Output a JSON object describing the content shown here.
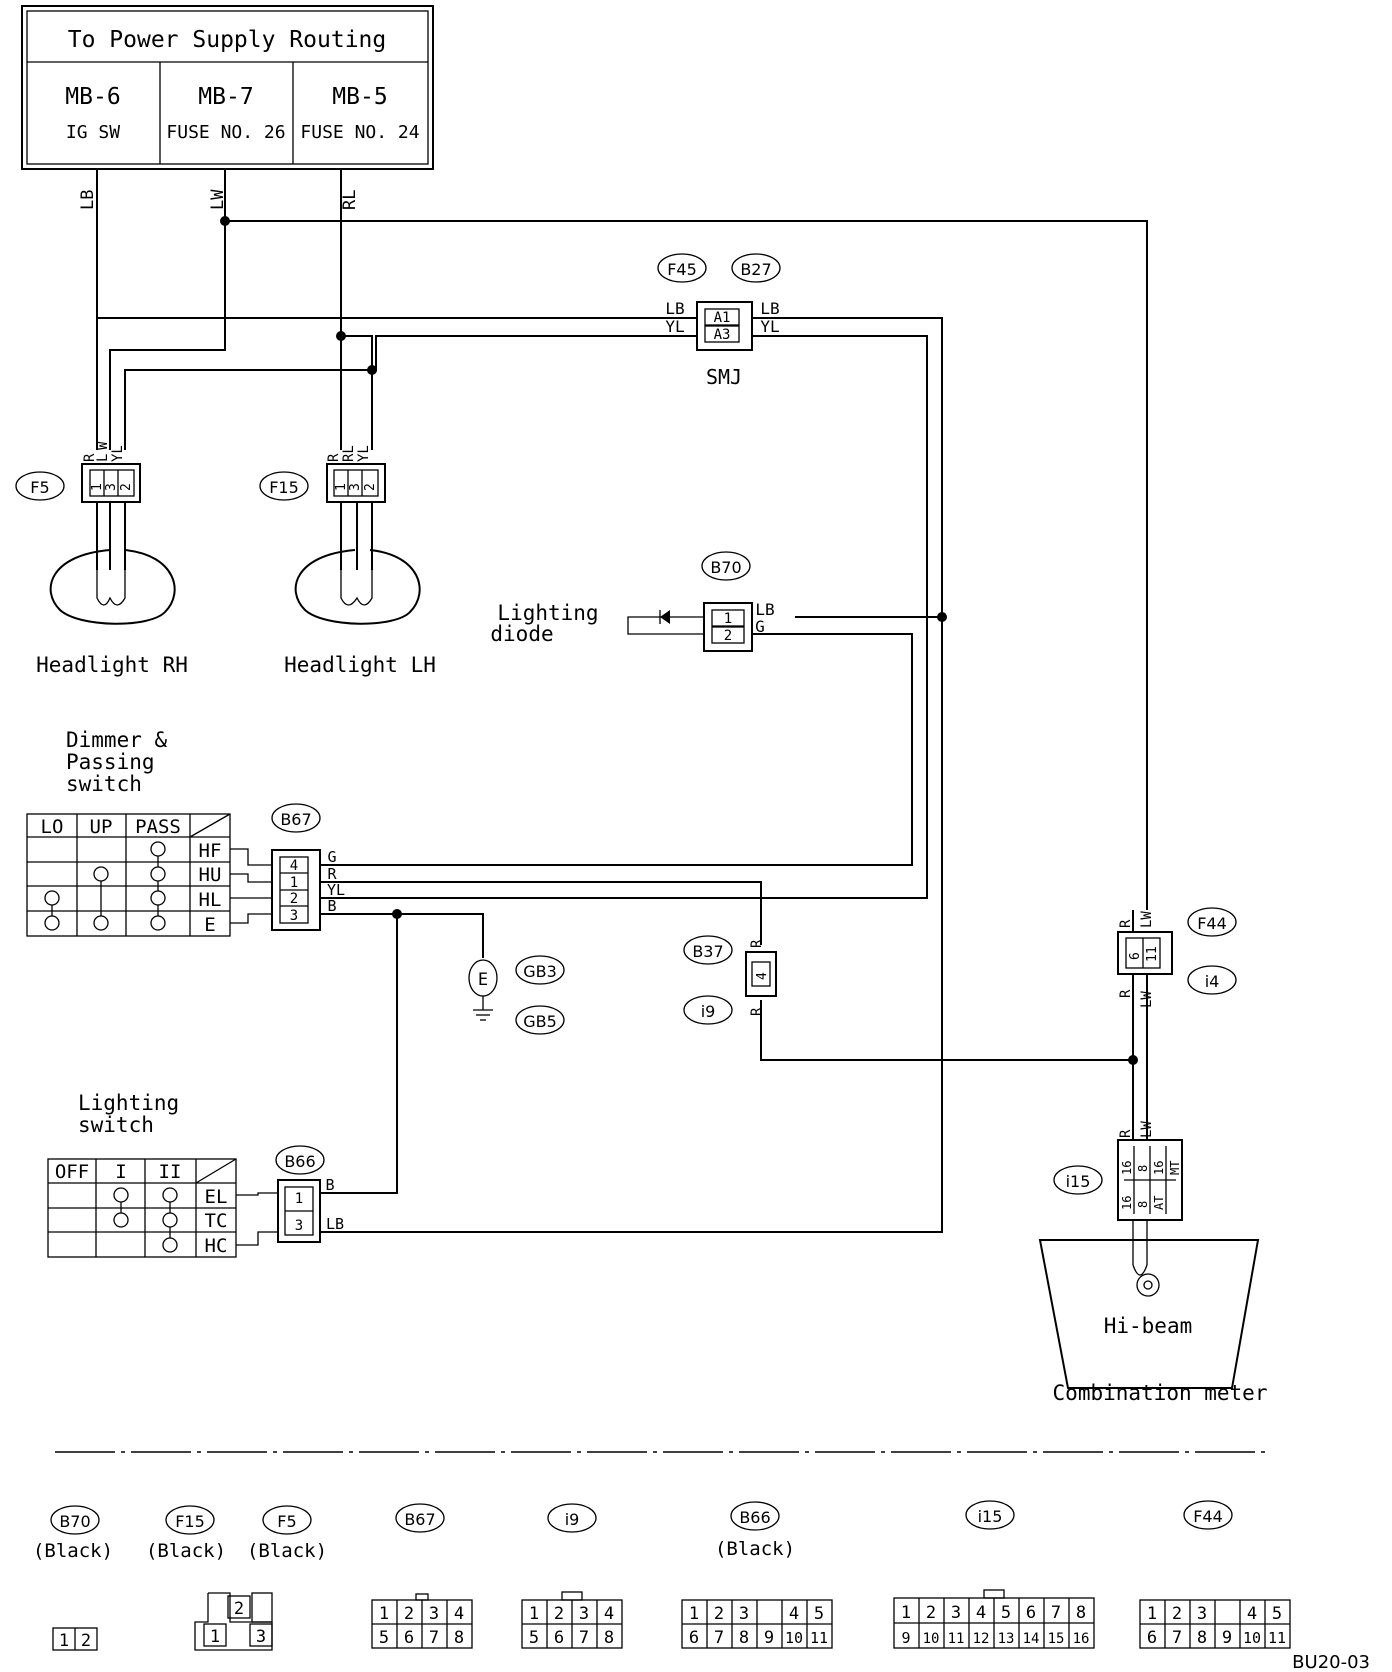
{
  "power_box": {
    "title": "To Power Supply Routing",
    "cells": [
      {
        "id": "MB-6",
        "sub": "IG SW"
      },
      {
        "id": "MB-7",
        "sub": "FUSE NO. 26"
      },
      {
        "id": "MB-5",
        "sub": "FUSE NO. 24"
      }
    ]
  },
  "wires": {
    "lb": "LB",
    "lw": "LW",
    "rl": "RL",
    "yl": "YL",
    "r": "R",
    "g": "G",
    "b": "B",
    "w": "W",
    "l": "L"
  },
  "connectors": {
    "f45": "F45",
    "b27": "B27",
    "smj": "SMJ",
    "a1": "A1",
    "a3": "A3",
    "f5": "F5",
    "f15": "F15",
    "b70": "B70",
    "b67": "B67",
    "b37": "B37",
    "i9": "i9",
    "gb3": "GB3",
    "gb5": "GB5",
    "b66": "B66",
    "f44": "F44",
    "i4": "i4",
    "i15": "i15",
    "e": "E"
  },
  "labels": {
    "headlight_rh": "Headlight RH",
    "headlight_lh": "Headlight LH",
    "lighting_diode_1": "Lighting",
    "lighting_diode_2": "diode",
    "dimmer_1": "Dimmer &",
    "dimmer_2": "Passing",
    "dimmer_3": "switch",
    "lighting_sw_1": "Lighting",
    "lighting_sw_2": "switch",
    "hibeam": "Hi-beam",
    "combination_meter": "Combination meter",
    "code": "BU20-03"
  },
  "pins": {
    "p1": "1",
    "p2": "2",
    "p3": "3",
    "p4": "4",
    "p6": "6",
    "p8": "8",
    "p11": "11",
    "p16": "16",
    "at": "AT",
    "mt": "MT"
  },
  "dimmer_table": {
    "cols": [
      "LO",
      "UP",
      "PASS"
    ],
    "rows": [
      "HF",
      "HU",
      "HL",
      "E"
    ]
  },
  "lighting_table": {
    "cols": [
      "OFF",
      "I",
      "II"
    ],
    "rows": [
      "EL",
      "TC",
      "HC"
    ]
  },
  "connector_views": {
    "b70": {
      "id": "B70",
      "color": "(Black)",
      "row1": [
        "1",
        "2"
      ]
    },
    "f15": {
      "id": "F15",
      "color": "(Black)",
      "row1": [
        "2"
      ],
      "row2": [
        "1",
        "3"
      ]
    },
    "f5": {
      "id": "F5",
      "color": "(Black)"
    },
    "b67": {
      "id": "B67",
      "row1": [
        "1",
        "2",
        "3",
        "4"
      ],
      "row2": [
        "5",
        "6",
        "7",
        "8"
      ]
    },
    "i9": {
      "id": "i9",
      "row1": [
        "1",
        "2",
        "3",
        "4"
      ],
      "row2": [
        "5",
        "6",
        "7",
        "8"
      ]
    },
    "b66": {
      "id": "B66",
      "color": "(Black)",
      "row1": [
        "1",
        "2",
        "3",
        "",
        "4",
        "5"
      ],
      "row2": [
        "6",
        "7",
        "8",
        "9",
        "10",
        "11"
      ]
    },
    "i15": {
      "id": "i15",
      "row1": [
        "1",
        "2",
        "3",
        "4",
        "5",
        "6",
        "7",
        "8"
      ],
      "row2": [
        "9",
        "10",
        "11",
        "12",
        "13",
        "14",
        "15",
        "16"
      ]
    },
    "f44": {
      "id": "F44",
      "row1": [
        "1",
        "2",
        "3",
        "",
        "4",
        "5"
      ],
      "row2": [
        "6",
        "7",
        "8",
        "9",
        "10",
        "11"
      ]
    }
  }
}
